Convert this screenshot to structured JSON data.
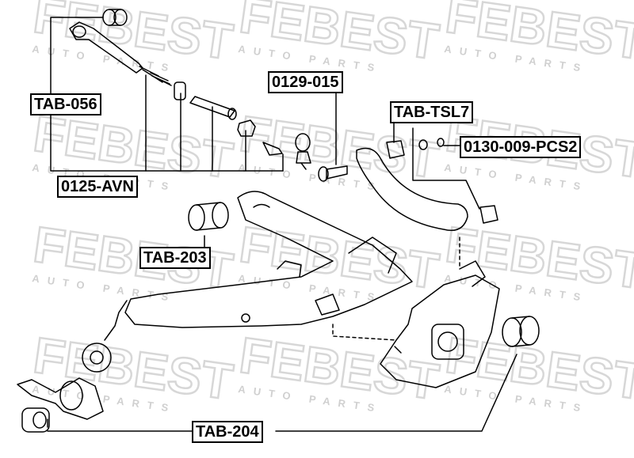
{
  "watermark": {
    "brand": "FEBEST",
    "tagline": "AUTO PARTS",
    "color": "#d7d7d7"
  },
  "labels": {
    "tab_056": "TAB-056",
    "avn_0125": "0125-AVN",
    "p_0129_015": "0129-015",
    "tab_tsl7": "TAB-TSL7",
    "pcs2": "0130-009-PCS2",
    "tab_203": "TAB-203",
    "tab_204": "TAB-204"
  },
  "colors": {
    "line": "#000000",
    "label_bg": "#ffffff"
  }
}
